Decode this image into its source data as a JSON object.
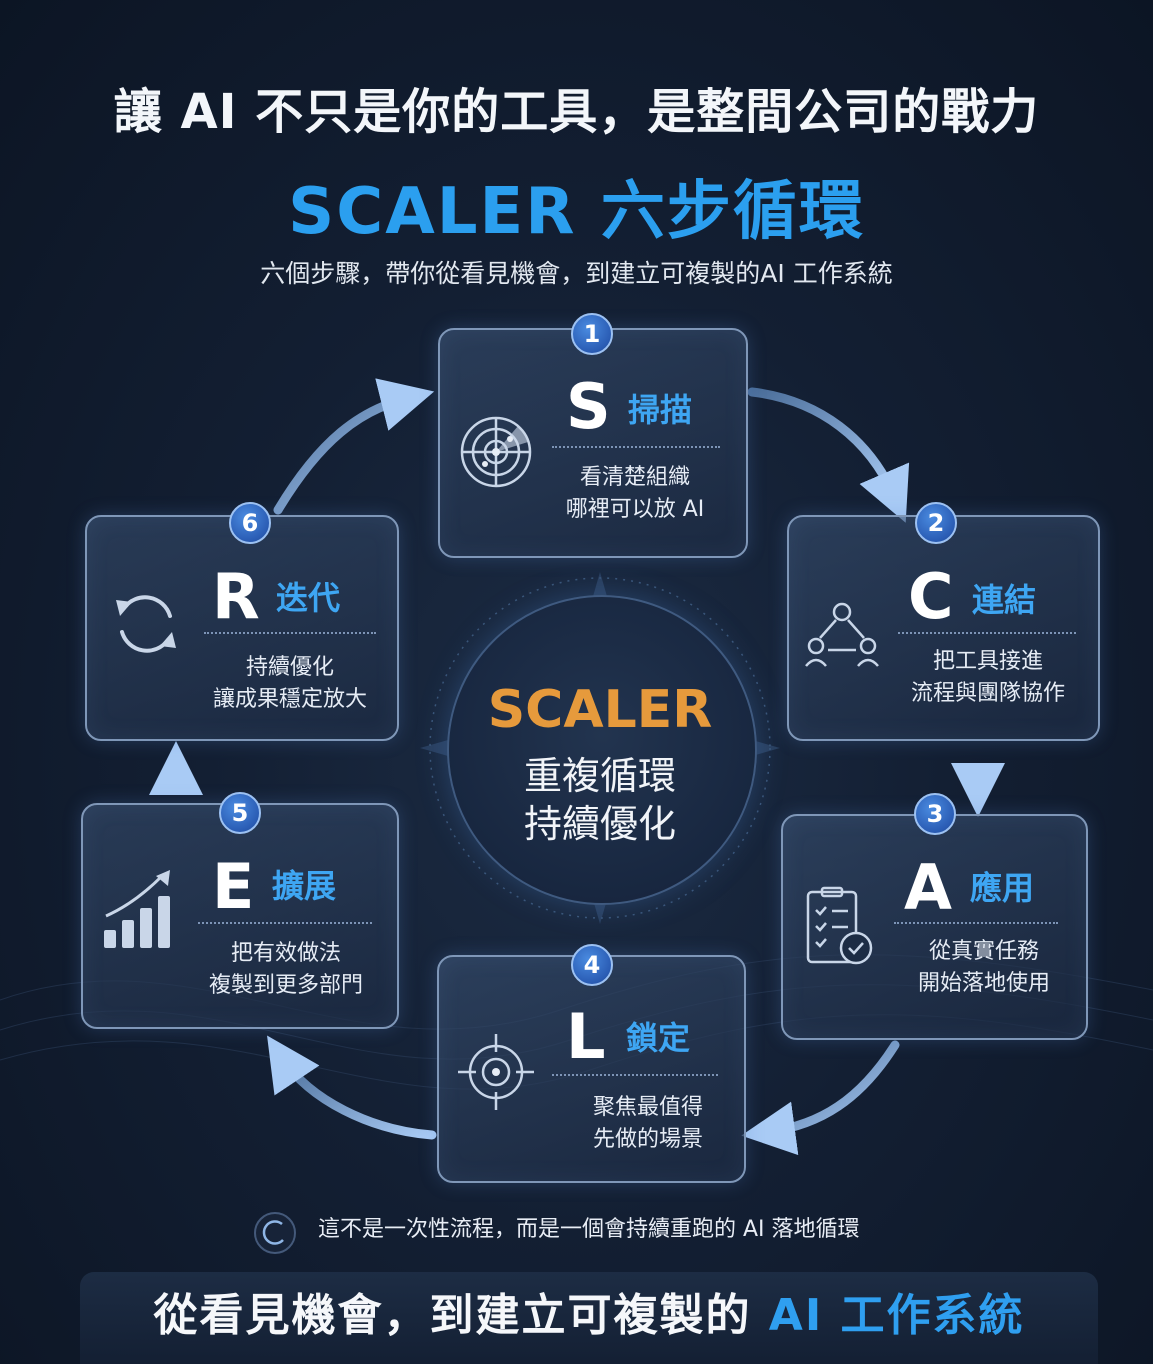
{
  "header": {
    "title": "讓 AI 不只是你的工具，是整間公司的戰力",
    "subtitle": "SCALER 六步循環",
    "tagline": "六個步驟，帶你從看見機會，到建立可複製的AI 工作系統"
  },
  "steps": [
    {
      "number": "1",
      "letter": "S",
      "name": "掃描",
      "desc_line1": "看清楚組織",
      "desc_line2": "哪裡可以放 AI",
      "icon": "radar-icon"
    },
    {
      "number": "2",
      "letter": "C",
      "name": "連結",
      "desc_line1": "把工具接進",
      "desc_line2": "流程與團隊協作",
      "icon": "network-icon"
    },
    {
      "number": "3",
      "letter": "A",
      "name": "應用",
      "desc_line1": "從真實任務",
      "desc_line2": "開始落地使用",
      "icon": "checklist-icon"
    },
    {
      "number": "4",
      "letter": "L",
      "name": "鎖定",
      "desc_line1": "聚焦最值得",
      "desc_line2": "先做的場景",
      "icon": "target-icon"
    },
    {
      "number": "5",
      "letter": "E",
      "name": "擴展",
      "desc_line1": "把有效做法",
      "desc_line2": "複製到更多部門",
      "icon": "growth-chart-icon"
    },
    {
      "number": "6",
      "letter": "R",
      "name": "迭代",
      "desc_line1": "持續優化",
      "desc_line2": "讓成果穩定放大",
      "icon": "refresh-icon"
    }
  ],
  "center": {
    "title": "SCALER",
    "line1": "重複循環",
    "line2": "持續優化"
  },
  "note": "這不是一次性流程，而是一個會持續重跑的 AI 落地循環",
  "footer": {
    "part1": "從看見機會，到建立可複製的 ",
    "part2": "AI 工作系統"
  },
  "colors": {
    "accent_blue": "#2b9fef",
    "center_orange": "#e69a3c",
    "background": "#131f33"
  }
}
